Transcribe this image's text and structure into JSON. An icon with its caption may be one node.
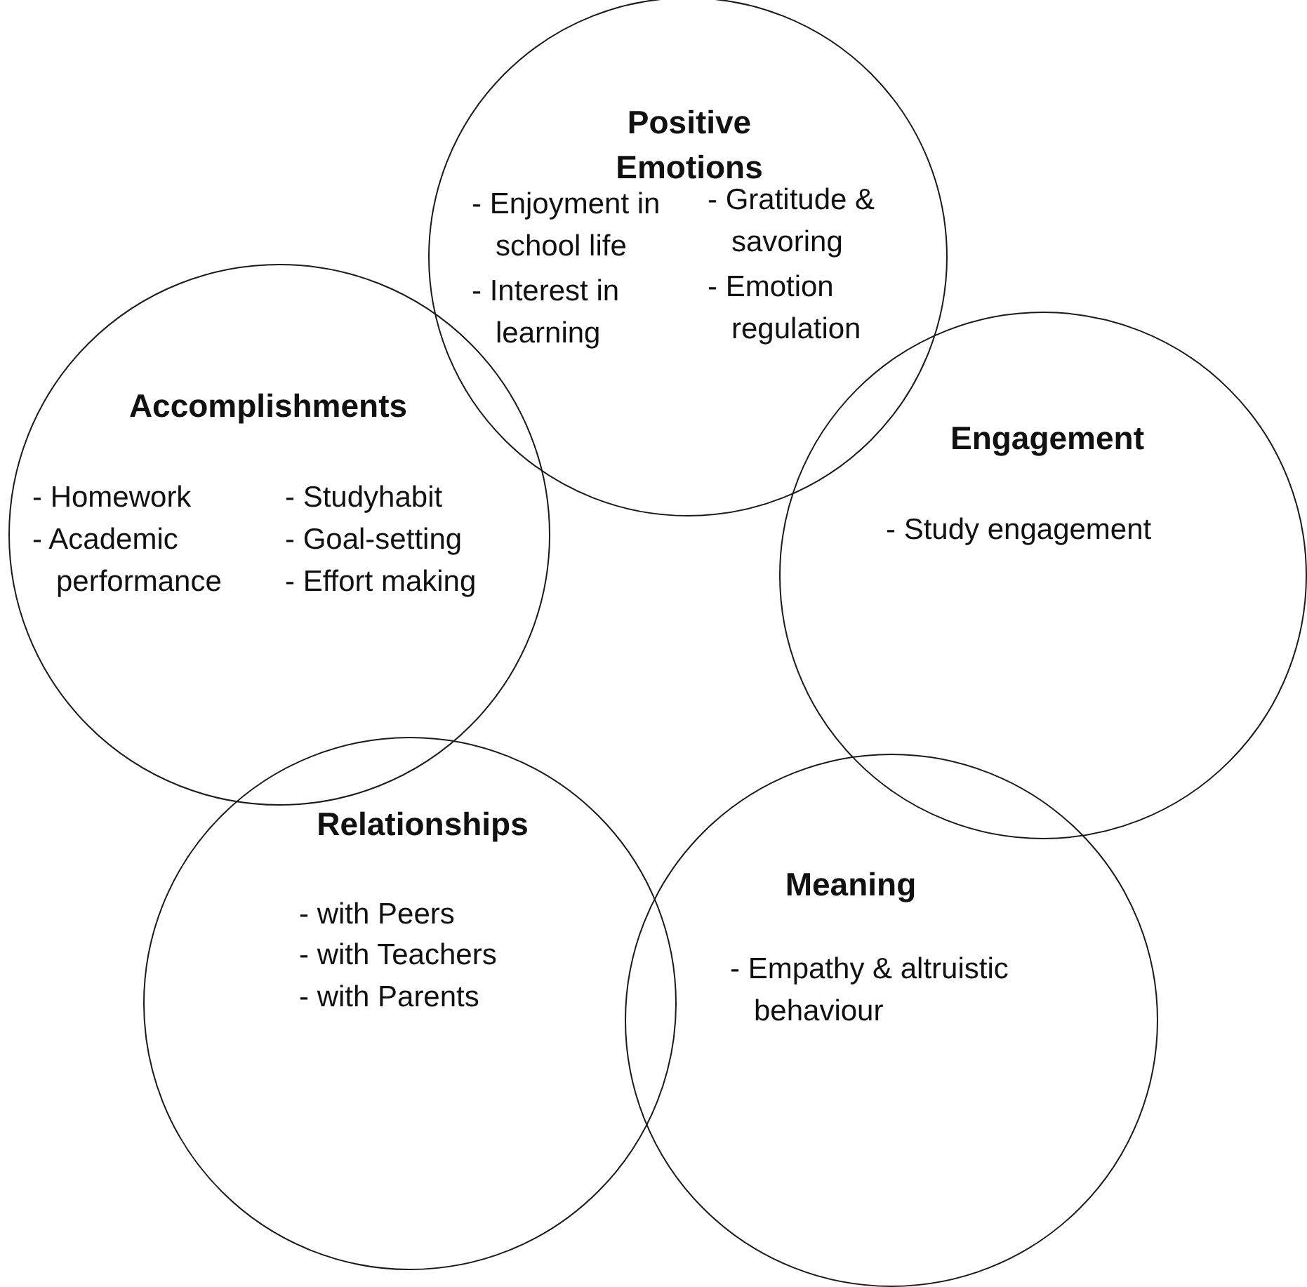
{
  "diagram": {
    "nodes": [
      {
        "text": [
          "Positive Emotions",
          "- Enjoyment in school life",
          "- Interest in learning",
          "- Gratitude & savoring",
          "- Emotion regulation"
        ]
      },
      {
        "text": [
          "Accomplishments",
          "- Homework",
          "- Academic performance",
          "- Studyhabit",
          "- Goal-setting",
          "- Effort making"
        ]
      },
      {
        "text": [
          "Engagement",
          "- Study engagement"
        ]
      },
      {
        "text": [
          "Relationships",
          "- with Peers",
          "- with Teachers",
          "- with Parents"
        ]
      },
      {
        "text": [
          "Meaning",
          "- Empathy & altruistic behaviour"
        ]
      }
    ]
  }
}
